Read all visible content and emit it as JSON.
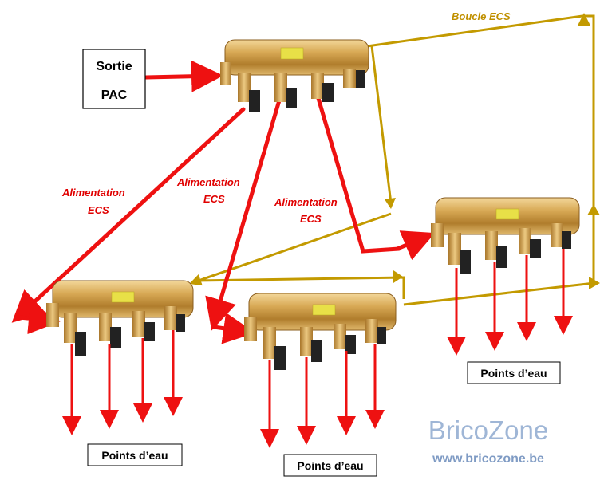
{
  "source_box": {
    "line1": "Sortie",
    "line2": "PAC"
  },
  "labels": {
    "loop": "Boucle ECS",
    "supply_1_line1": "Alimentation",
    "supply_1_line2": "ECS",
    "supply_2_line1": "Alimentation",
    "supply_2_line2": "ECS",
    "supply_3_line1": "Alimentation",
    "supply_3_line2": "ECS"
  },
  "outlets": {
    "left": "Points d’eau",
    "middle": "Points d’eau",
    "right": "Points d’eau"
  },
  "watermark": {
    "brand": "BricoZone",
    "url": "www.bricozone.be"
  },
  "colors": {
    "supply": "#ee1111",
    "loop": "#c39a00",
    "brass": "#c79a45",
    "handle": "#222222"
  }
}
